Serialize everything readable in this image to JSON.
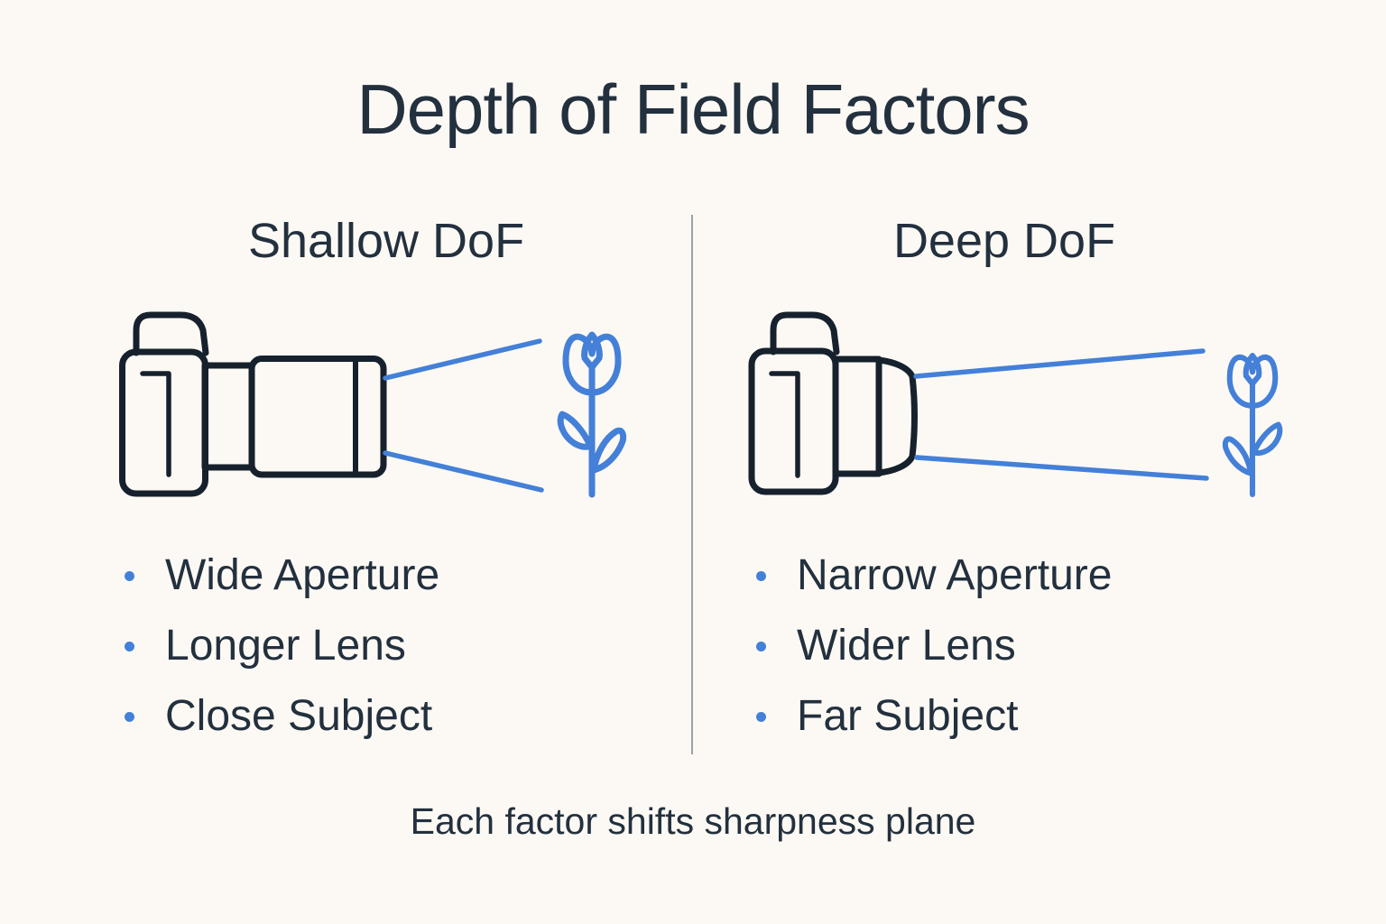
{
  "title": "Depth of Field Factors",
  "caption": "Each factor shifts sharpness plane",
  "colors": {
    "background": "#FCF9F4",
    "text": "#23303E",
    "outline": "#16212D",
    "accent_blue": "#4480D8",
    "divider": "#9BA2AA"
  },
  "icons": {
    "camera": "dslr-camera-icon",
    "flower": "tulip-flower-icon",
    "focus_lines": "focus-cone-lines",
    "bullet": "bullet-dot-icon"
  },
  "panels": [
    {
      "heading": "Shallow DoF",
      "bullets": [
        "Wide Aperture",
        "Longer Lens",
        "Close Subject"
      ]
    },
    {
      "heading": "Deep DoF",
      "bullets": [
        "Narrow Aperture",
        "Wider Lens",
        "Far Subject"
      ]
    }
  ]
}
